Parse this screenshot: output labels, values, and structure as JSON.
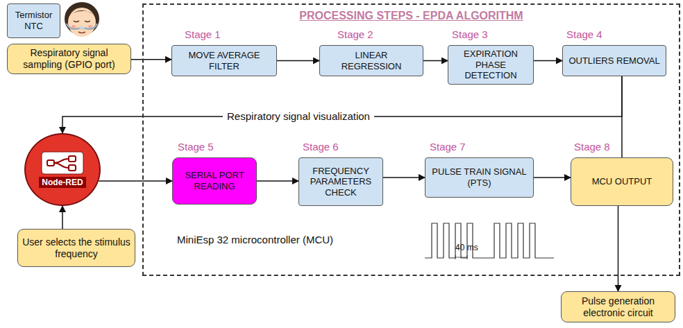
{
  "diagram": {
    "nodes": [
      {
        "text": [
          "Termistor NTC"
        ]
      },
      {
        "text": [
          "Respiratory signal sampling (GPIO port)"
        ]
      },
      {
        "text": [
          "PROCESSING STEPS - EPDA ALGORITHM",
          "MiniEsp 32 microcontroller (MCU)"
        ]
      },
      {
        "text": [
          "Stage 1",
          "MOVE AVERAGE FILTER"
        ],
        "in": 2
      },
      {
        "text": [
          "Stage 2",
          "LINEAR REGRESSION"
        ],
        "in": 2
      },
      {
        "text": [
          "Stage 3",
          "EXPIRATION PHASE DETECTION"
        ],
        "in": 2
      },
      {
        "text": [
          "Stage 4",
          "OUTLIERS REMOVAL"
        ],
        "in": 2
      },
      {
        "text": [
          "Node-RED"
        ]
      },
      {
        "text": [
          "Stage 5",
          "SERIAL PORT READING"
        ],
        "in": 2
      },
      {
        "text": [
          "Stage 6",
          "FREQUENCY PARAMETERS CHECK"
        ],
        "in": 2
      },
      {
        "text": [
          "Stage 7",
          "PULSE TRAIN SIGNAL (PTS)"
        ],
        "in": 2
      },
      {
        "text": [
          "Stage 8",
          "MCU OUTPUT"
        ],
        "in": 2
      },
      {
        "text": [
          "User selects the stimulus frequency"
        ]
      },
      {
        "text": [
          "Pulse generation electronic circuit"
        ]
      }
    ],
    "edges": [
      {
        "from": 1,
        "to": 3,
        "arrow": "to"
      },
      {
        "from": 3,
        "to": 4,
        "arrow": "to"
      },
      {
        "from": 4,
        "to": 5,
        "arrow": "to"
      },
      {
        "from": 5,
        "to": 6,
        "arrow": "to"
      },
      {
        "from": 6,
        "to": 7,
        "label": "Respiratory signal visualization",
        "arrow": "to"
      },
      {
        "from": 6,
        "to": 11,
        "arrow": "none"
      },
      {
        "from": 12,
        "to": 7,
        "arrow": "to"
      },
      {
        "from": 7,
        "to": 8,
        "arrow": "to"
      },
      {
        "from": 8,
        "to": 9,
        "arrow": "to"
      },
      {
        "from": 9,
        "to": 10,
        "arrow": "to"
      },
      {
        "from": 10,
        "to": 11,
        "arrow": "to"
      },
      {
        "from": 11,
        "to": 13,
        "arrow": "to"
      }
    ],
    "labels": [
      "40 ms"
    ]
  }
}
